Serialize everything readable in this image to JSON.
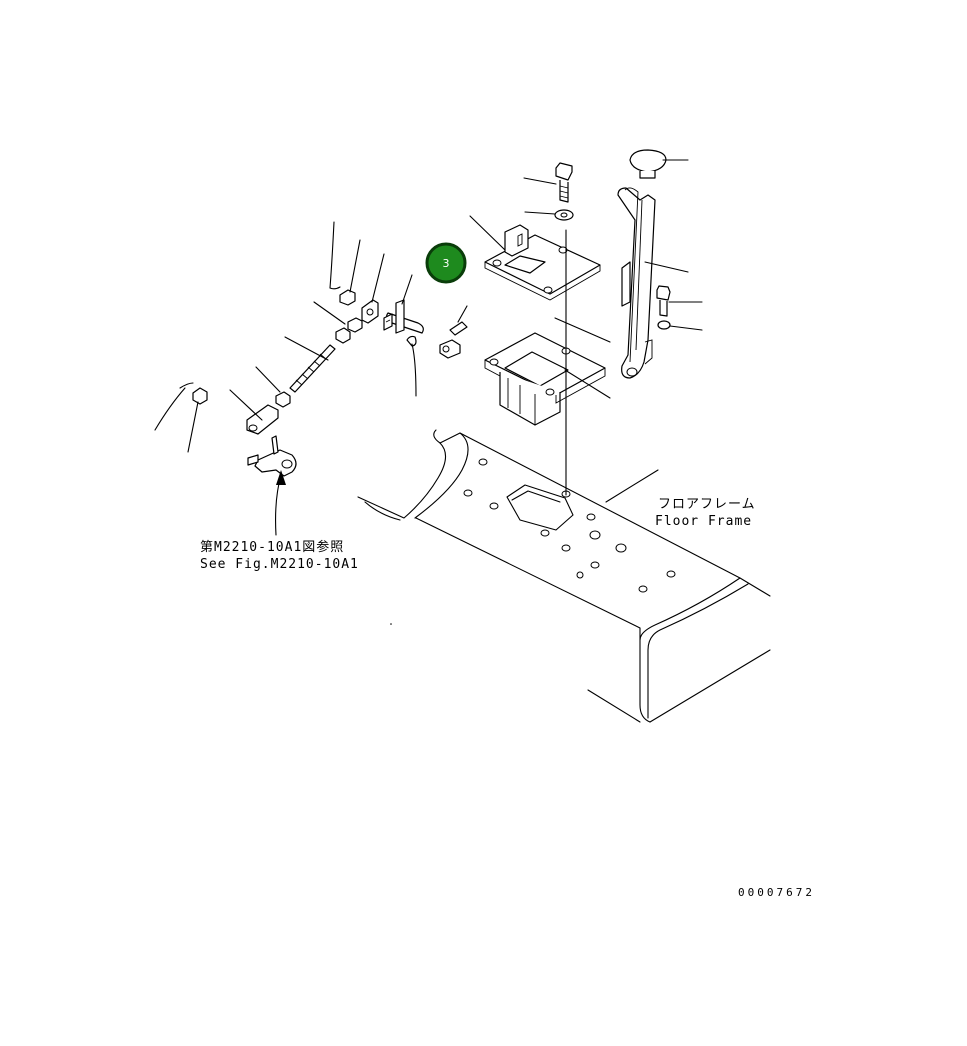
{
  "labels": {
    "floor_frame_jp": "フロアフレーム",
    "floor_frame_en": "Floor Frame",
    "ref_jp": "第M2210-10A1図参照",
    "ref_en": "See Fig.M2210-10A1",
    "drawing_number": "00007672"
  },
  "badge": {
    "number": "3",
    "color": "#1e8a1e",
    "ring_color": "#0a3d0a"
  }
}
